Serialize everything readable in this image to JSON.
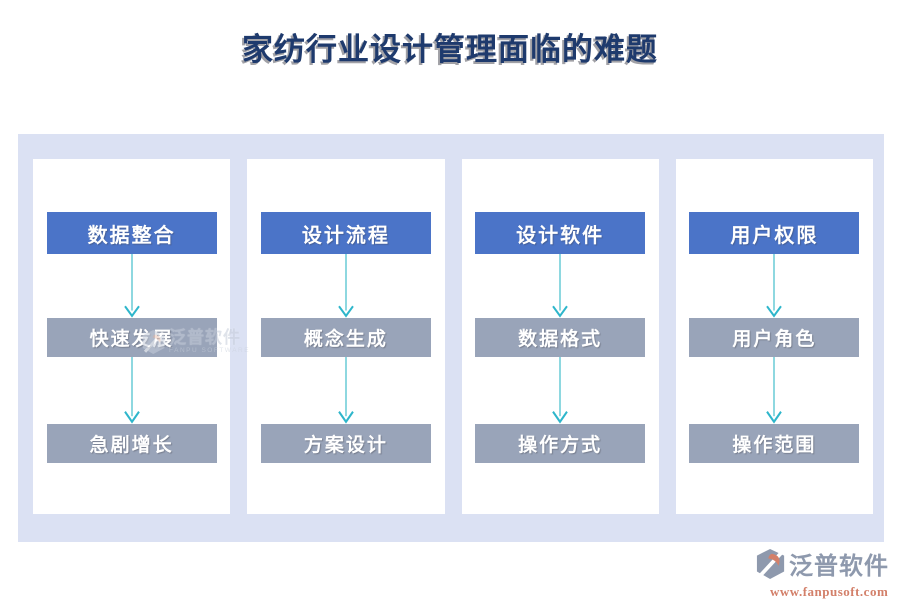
{
  "title": "家纺行业设计管理面临的难题",
  "colors": {
    "title_color": "#1e3a6d",
    "panel_bg": "#dbe1f3",
    "header_blue": "#4b74c8",
    "item_gray": "#99a4b9",
    "arrow_shaft": "#8ed8e0",
    "arrow_head": "#2eb6cb",
    "logo_gray": "#8e99ad",
    "logo_orange": "#d3806a"
  },
  "columns": [
    {
      "header": "数据整合",
      "items": [
        "快速发展",
        "急剧增长"
      ]
    },
    {
      "header": "设计流程",
      "items": [
        "概念生成",
        "方案设计"
      ]
    },
    {
      "header": "设计软件",
      "items": [
        "数据格式",
        "操作方式"
      ]
    },
    {
      "header": "用户权限",
      "items": [
        "用户角色",
        "操作范围"
      ]
    }
  ],
  "watermark": {
    "name": "泛普软件",
    "subtitle": "FANPU SOFTWARE"
  },
  "logo": {
    "name": "泛普软件",
    "url": "www.fanpusoft.com"
  }
}
